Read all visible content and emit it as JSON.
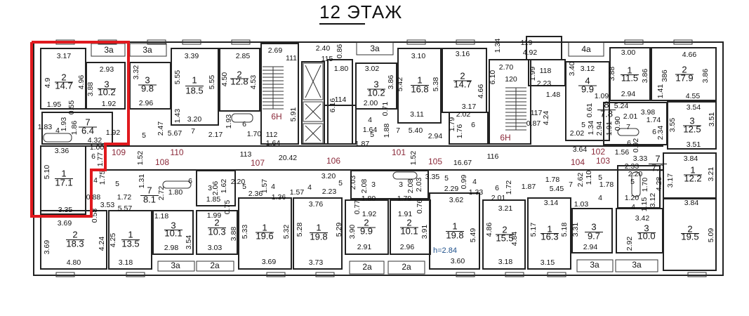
{
  "title": "12 ЭТАЖ",
  "height_note": "h=2.84",
  "highlight_color": "#e0191e",
  "corridor_color": "#8b2a3a",
  "stair_label": "6Н",
  "rooms": [
    {
      "num": "2",
      "area": "14.7"
    },
    {
      "num": "3",
      "area": "10.2"
    },
    {
      "num": "3",
      "area": "9.8"
    },
    {
      "num": "1",
      "area": "18.5"
    },
    {
      "num": "2",
      "area": "12.8"
    },
    {
      "num": "7",
      "area": "6.4"
    },
    {
      "num": "3",
      "area": "10.2"
    },
    {
      "num": "1",
      "area": "16.8"
    },
    {
      "num": "2",
      "area": "14.7"
    },
    {
      "num": "4",
      "area": "9.9"
    },
    {
      "num": "8",
      "area": "7.8"
    },
    {
      "num": "1",
      "area": "11.5"
    },
    {
      "num": "2",
      "area": "17.9"
    },
    {
      "num": "3",
      "area": "12.5"
    },
    {
      "num": "1",
      "area": "17.1"
    },
    {
      "num": "7",
      "area": "8.1"
    },
    {
      "num": "2",
      "area": "18.3"
    },
    {
      "num": "1",
      "area": "13.5"
    },
    {
      "num": "3",
      "area": "10.1"
    },
    {
      "num": "2",
      "area": "10.3"
    },
    {
      "num": "1",
      "area": "19.6"
    },
    {
      "num": "1",
      "area": "19.8"
    },
    {
      "num": "2",
      "area": "9.9"
    },
    {
      "num": "2",
      "area": "10.1"
    },
    {
      "num": "1",
      "area": "19.8"
    },
    {
      "num": "2",
      "area": "15.5"
    },
    {
      "num": "1",
      "area": "16.3"
    },
    {
      "num": "3",
      "area": "9.7"
    },
    {
      "num": "3",
      "area": "10.0"
    },
    {
      "num": "7",
      "area": "7.0"
    },
    {
      "num": "1",
      "area": "12.2"
    },
    {
      "num": "2",
      "area": "19.5"
    }
  ],
  "corridors": [
    "109",
    "110",
    "108",
    "107",
    "106",
    "101",
    "105",
    "104",
    "102",
    "103"
  ],
  "balconies": [
    "3а",
    "3а",
    "3а",
    "4а",
    "3а",
    "2а",
    "2а",
    "2а",
    "3а",
    "3а"
  ],
  "labels": [
    "3.17",
    "2.93",
    "4.9",
    "4.96",
    "3.88",
    "3.32",
    "2.96",
    "3.39",
    "5.55",
    "5.55",
    "3.20",
    "2.85",
    "4.50",
    "4.53",
    "1.95",
    "0.55",
    "1.92",
    "1.83",
    "4",
    "1.93",
    "1.86",
    "4.32",
    "1.92",
    "1.00",
    "6",
    "1.77",
    "3.36",
    "5",
    "2.47",
    "5.67",
    "7",
    "2.17",
    "6",
    "1.93",
    "1.70",
    "112",
    "1.64",
    "1.52",
    "113",
    "1.43",
    "2.69",
    "111",
    "2.40",
    "115",
    "0.86",
    "1.80",
    "114",
    "6.16",
    "5.91",
    "3.02",
    "3.86",
    "2.00",
    "0.71",
    "4",
    "1.64",
    "5",
    "1.87",
    "1.88",
    "7",
    "5.40",
    "3.10",
    "5.42",
    "5.38",
    "3.11",
    "3.16",
    "4.66",
    "3.17",
    "2.94",
    "1.79",
    "2.02",
    "6",
    "1.76",
    "1.34",
    "2.70",
    "6.10",
    "120",
    "20.42",
    "1.52",
    "16.67",
    "116",
    "119",
    "4.92",
    "1.99",
    "118",
    "2.23",
    "1.48",
    "117",
    "0.87",
    "4.24",
    "3.12",
    "3.40",
    "1.09",
    "0.61",
    "5",
    "1.34",
    "2.02",
    "2.94",
    "1.91",
    "3.64",
    "3.00",
    "3.88",
    "3.86",
    "2.94",
    "5.24",
    "3.98",
    "2.01",
    "0.90",
    "7",
    "1.74",
    "6",
    "2.34",
    "6",
    "1.56",
    "0.92",
    "3.33",
    "4.66",
    "386",
    "3.86",
    "1.41",
    "4.55",
    "3.54",
    "3.55",
    "3.51",
    "3.51",
    "3.84",
    "5.10",
    "3.35",
    "4",
    "1.75",
    "5",
    "0.88",
    "3.53",
    "1.72",
    "5.57",
    "2.72",
    "1.31",
    "6",
    "1.80",
    "1.18",
    "0.58",
    "3.69",
    "3.69",
    "4.24",
    "4.80",
    "4.25",
    "3.18",
    "3.54",
    "2.98",
    "3",
    "2.06",
    "1.62",
    "1.85",
    "2.20",
    "5",
    "2.36",
    "0.75",
    "1.99",
    "3.88",
    "3.03",
    "5.33",
    "3.69",
    "1.57",
    "4",
    "1.36",
    "5.32",
    "3.20",
    "5",
    "2.03",
    "2.23",
    "1.57",
    "4",
    "3.76",
    "5.28",
    "5.29",
    "3.73",
    "3",
    "1.80",
    "3",
    "1.79",
    "2.08",
    "2.08",
    "0.77",
    "1.92",
    "1.91",
    "3.90",
    "3.91",
    "2.91",
    "2.96",
    "3.35",
    "5",
    "2.03",
    "4",
    "1.33",
    "0.99",
    "2.29",
    "0.76",
    "3.62",
    "5.49",
    "3.60",
    "6",
    "1.72",
    "2.01",
    "3.21",
    "4.86",
    "4.84",
    "3.18",
    "1.78",
    "1.87",
    "5.45",
    "7",
    "2.62",
    "1.10",
    "5",
    "1.78",
    "4",
    "1.03",
    "3.14",
    "5.17",
    "5.18",
    "3.15",
    "3.31",
    "2.94",
    "2.33",
    "2.20",
    "5",
    "1.70",
    "4.28",
    "3.17",
    "1.20",
    "4",
    "1.15",
    "3.12",
    "3.42",
    "2.92",
    "3.21",
    "3.84",
    "5.09"
  ]
}
